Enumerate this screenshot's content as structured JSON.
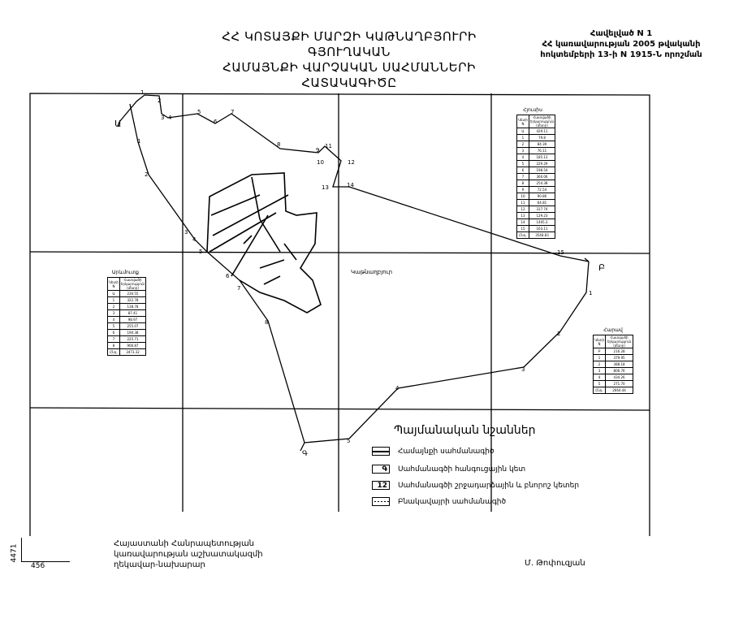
{
  "title": [
    "ՀՀ ԿՈՏԱՅՔԻ ՄԱՐԶԻ ԿԱԹՆԱՂԲՅՈՒՐԻ ԳՅՈՒՂԱԿԱՆ",
    "ՀԱՄԱՅՆՔԻ ՎԱՐՉԱԿԱՆ   ՍԱՀՄԱՆՆԵՐԻ",
    "ՀԱՏԱԿԱԳԻԾԸ"
  ],
  "annex": [
    "Հավելված N 1",
    "ՀՀ կառավարության 2005 թվականի",
    "հոկտեմբերի 13-ի N 1915-Ն որոշման"
  ],
  "map": {
    "settlement_label": "Կաթնաղբյուր",
    "nodes": {
      "a": "Ա",
      "b": "Բ",
      "c": "Գ"
    },
    "north_points": [
      "1",
      "2",
      "3",
      "4",
      "5",
      "6",
      "7",
      "8",
      "9",
      "11",
      "10",
      "12",
      "13",
      "14",
      "15"
    ],
    "west_points": [
      "1",
      "2",
      "3",
      "4",
      "5",
      "6",
      "7",
      "8"
    ],
    "south_points": [
      "1",
      "2",
      "3",
      "4",
      "5"
    ]
  },
  "tables": {
    "north": {
      "caption": "Հյուսիս",
      "head": [
        "Կետի N",
        "Հատվածի երկարություն (մետր)"
      ],
      "rows": [
        [
          "Ա",
          "429.11"
        ],
        [
          "1",
          "79.8"
        ],
        [
          "2",
          "84.39"
        ],
        [
          "3",
          "76.11"
        ],
        [
          "4",
          "185.13"
        ],
        [
          "5",
          "229.29"
        ],
        [
          "6",
          "198.54"
        ],
        [
          "7",
          "360.06"
        ],
        [
          "8",
          "254.38"
        ],
        [
          "9",
          "72.54"
        ],
        [
          "10",
          "90.86"
        ],
        [
          "11",
          "64.81"
        ],
        [
          "12",
          "317.74"
        ],
        [
          "13",
          "129.23"
        ],
        [
          "14",
          "1405.3"
        ],
        [
          "15",
          "163.11"
        ],
        [
          "Ընդ.",
          "3548.83"
        ]
      ]
    },
    "west": {
      "caption": "Արևմուտք",
      "head": [
        "Կետի N",
        "Հատվածի երկարություն (մետր)"
      ],
      "rows": [
        [
          "Ա",
          "230.55"
        ],
        [
          "1",
          "322.78"
        ],
        [
          "2",
          "138.78"
        ],
        [
          "3",
          "87.41"
        ],
        [
          "4",
          "98.97"
        ],
        [
          "5",
          "255.07"
        ],
        [
          "6",
          "190.38"
        ],
        [
          "7",
          "225.71"
        ],
        [
          "8",
          "906.87"
        ],
        [
          "Ընդ.",
          "3473.32"
        ]
      ]
    },
    "south": {
      "caption": "Հարավ",
      "head": [
        "Կետի N",
        "Հատվածի երկարություն (մետր)"
      ],
      "rows": [
        [
          "Բ",
          "216.28"
        ],
        [
          "1",
          "379.95"
        ],
        [
          "2",
          "388.18"
        ],
        [
          "3",
          "806.76"
        ],
        [
          "4",
          "434.26"
        ],
        [
          "5",
          "271.70"
        ],
        [
          "Ընդ.",
          "2664.44"
        ]
      ]
    }
  },
  "legend": {
    "title": "Պայմանական նշաններ",
    "items": [
      {
        "symbol": "",
        "label": "Համայնքի սահմանագիծ"
      },
      {
        "symbol": "Գ",
        "label": "Սահմանագծի հանգուցային կետ"
      },
      {
        "symbol": "12",
        "label": "Սահմանագծի շրջադարձային և բնորոշ կետեր"
      },
      {
        "symbol": "",
        "label": "Բնակավայրի սահմանագիծ"
      }
    ]
  },
  "coords": {
    "y": "4471",
    "x": "456"
  },
  "signature": {
    "lines": [
      "Հայաստանի Հանրապետության",
      "կառավարության աշխատակազմի",
      "ղեկավար-նախարար"
    ],
    "name": "Մ. Թոփուզյան"
  }
}
